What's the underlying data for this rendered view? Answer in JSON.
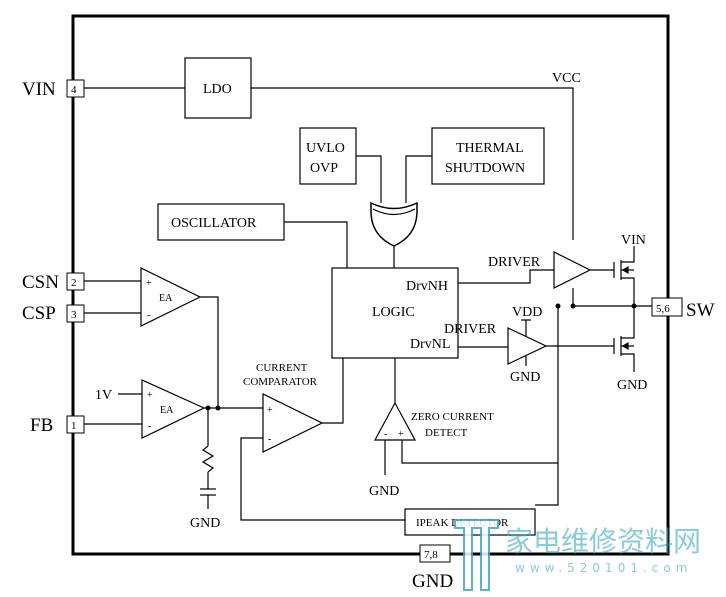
{
  "pins": {
    "vin": {
      "name": "VIN",
      "num": "4"
    },
    "csn": {
      "name": "CSN",
      "num": "2"
    },
    "csp": {
      "name": "CSP",
      "num": "3"
    },
    "fb": {
      "name": "FB",
      "num": "1"
    },
    "sw": {
      "name": "SW",
      "num": "5,6"
    },
    "gnd": {
      "name": "GND",
      "num": "7,8"
    }
  },
  "blocks": {
    "ldo": "LDO",
    "uvlo_line1": "UVLO",
    "uvlo_line2": "OVP",
    "thermal_line1": "THERMAL",
    "thermal_line2": "SHUTDOWN",
    "oscillator": "OSCILLATOR",
    "logic": "LOGIC",
    "drvnh": "DrvNH",
    "drvnl": "DrvNL",
    "ipeak": "IPEAK DETECTOR"
  },
  "labels": {
    "vcc": "VCC",
    "driver_high": "DRIVER",
    "driver_low": "DRIVER",
    "vdd": "VDD",
    "vin_fet": "VIN",
    "gnd_fet": "GND",
    "gnd_driver": "GND",
    "gnd_zero": "GND",
    "gnd_comp": "GND",
    "current_comp_line1": "CURRENT",
    "current_comp_line2": "COMPARATOR",
    "zero_current_line1": "ZERO CURRENT",
    "zero_current_line2": "DETECT",
    "ref_1v": "1V",
    "ea_top": "EA",
    "ea_bottom": "EA",
    "plus": "+",
    "minus": "-"
  },
  "watermark": {
    "text": "家电维修资料网",
    "url": "www.520101.com",
    "color": "#3aa7c9"
  }
}
